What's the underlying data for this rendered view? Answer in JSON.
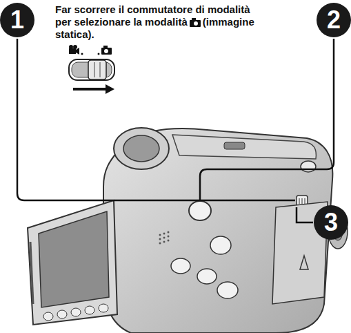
{
  "diagram": {
    "labels": [
      "1",
      "Far scorrere il commutatore di modalità per selezionare la modalità",
      "(immagine statica).",
      "2",
      "3"
    ]
  }
}
